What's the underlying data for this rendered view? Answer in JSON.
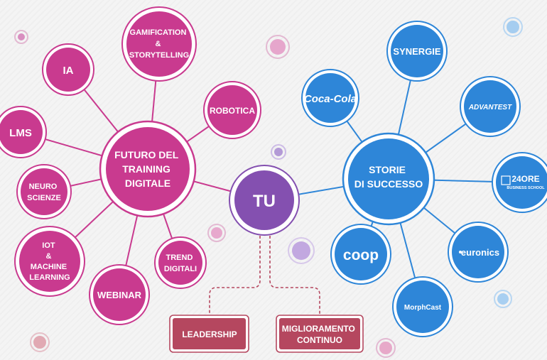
{
  "colors": {
    "pink": "#c93a8f",
    "pink_light": "#e3b9d2",
    "blue": "#2e86d8",
    "blue_light": "#b9d7f2",
    "purple": "#8450b0",
    "maroon": "#b5475f"
  },
  "center": {
    "label": "TU"
  },
  "left_hub": {
    "lines": [
      "FUTURO DEL",
      "TRAINING",
      "DIGITALE"
    ]
  },
  "right_hub": {
    "lines": [
      "STORIE",
      "DI SUCCESSO"
    ]
  },
  "left_nodes": {
    "gamification": [
      "GAMIFICATION",
      "&",
      "STORYTELLING"
    ],
    "ia": [
      "IA"
    ],
    "robotica": [
      "ROBOTICA"
    ],
    "lms": [
      "LMS"
    ],
    "neuro": [
      "NEURO",
      "SCIENZE"
    ],
    "iot": [
      "IOT",
      "&",
      "MACHINE",
      "LEARNING"
    ],
    "webinar": [
      "WEBINAR"
    ],
    "trend": [
      "TREND",
      "DIGITALI"
    ]
  },
  "right_nodes": {
    "synergie": [
      "SYNERGIE"
    ],
    "cocacola": "Coca-Cola",
    "advantest": "ADVANTEST",
    "ore24": [
      "24ORE",
      "BUSINESS SCHOOL"
    ],
    "coop": "coop",
    "euronics": "euronics",
    "morphcast": "MorphCast"
  },
  "boxes": {
    "leadership": [
      "LEADERSHIP"
    ],
    "miglioramento": [
      "MIGLIORAMENTO",
      "CONTINUO"
    ]
  }
}
